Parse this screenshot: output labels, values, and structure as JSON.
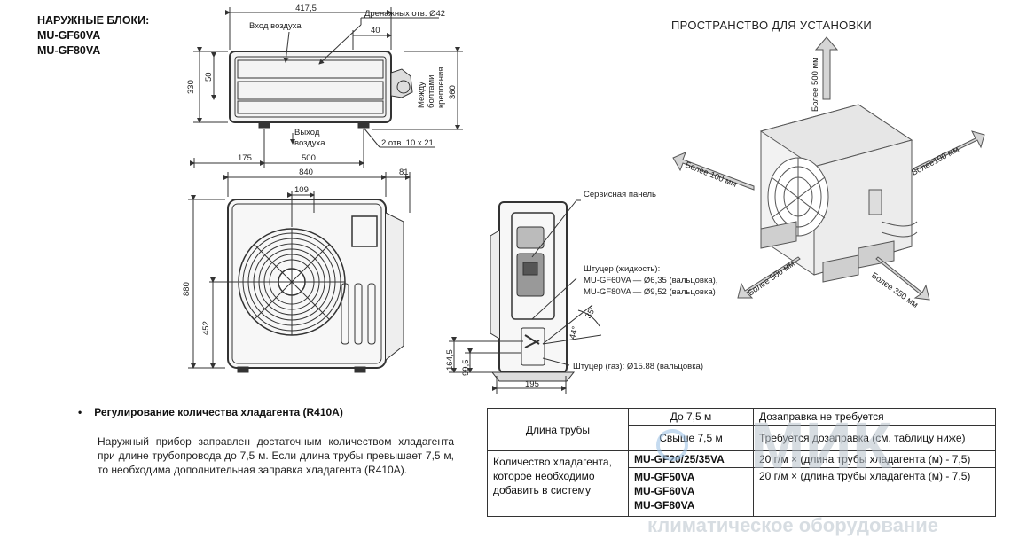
{
  "header": {
    "title_lines": [
      "НАРУЖНЫЕ БЛОКИ:",
      "MU-GF60VA",
      "MU-GF80VA"
    ],
    "space_title": "ПРОСТРАНСТВО ДЛЯ УСТАНОВКИ"
  },
  "top_view": {
    "dim_width": "417,5",
    "air_inlet": "Вход воздуха",
    "drain": "Дренажных отв. Ø42",
    "dim_40": "40",
    "dim_330": "330",
    "dim_50": "50",
    "between_bolts": [
      "Между",
      "болтами",
      "крепления"
    ],
    "dim_360": "360",
    "air_outlet": [
      "Выход",
      "воздуха"
    ],
    "holes": "2 отв. 10 x 21",
    "dim_175": "175",
    "dim_500": "500"
  },
  "front_view": {
    "dim_840": "840",
    "dim_81": "81",
    "dim_109": "109",
    "dim_880": "880",
    "dim_452": "452"
  },
  "side_view": {
    "service_panel": "Сервисная панель",
    "liquid_title": "Штуцер (жидкость):",
    "liquid_60": "MU-GF60VA — Ø6,35 (вальцовка),",
    "liquid_80": "MU-GF80VA — Ø9,52 (вальцовка)",
    "gas": "Штуцер (газ): Ø15.88 (вальцовка)",
    "angle_35": "35°",
    "angle_44": "44°",
    "dim_164": "164,5",
    "dim_99": "99,5",
    "dim_195": "195"
  },
  "clearance": {
    "top": "Более 500 мм",
    "left": "Более 100 мм",
    "right": "Более100 мм",
    "front": "Более 500 мм",
    "side": "Более 350 мм"
  },
  "refrigerant": {
    "heading": "Регулирование количества хладагента (R410A)",
    "paragraph": "Наружный прибор заправлен достаточным количеством хладагента при длине трубопровода до 7,5 м. Если длина трубы превышает 7,5 м, то необходима дополнительная заправка хладагента (R410A)."
  },
  "table": {
    "pipe_length": "Длина трубы",
    "upto": "До 7,5 м",
    "no_refill": "Дозаправка не требуется",
    "over": "Свыше 7,5 м",
    "refill_needed": "Требуется дозаправка (см. таблицу ниже)",
    "amount_label": "Количество хладагента, которое необходимо добавить в систему",
    "group1_model": "MU-GF20/25/35VA",
    "group1_formula": "20 г/м × (длина трубы хладагента (м) - 7,5)",
    "group2_models": [
      "MU-GF50VA",
      "MU-GF60VA",
      "MU-GF80VA"
    ],
    "group2_formula": "20 г/м × (длина трубы хладагента (м) - 7,5)"
  },
  "watermark": {
    "big": "МИК",
    "small": "климатическое оборудование",
    "color": "#b8c2cc"
  }
}
